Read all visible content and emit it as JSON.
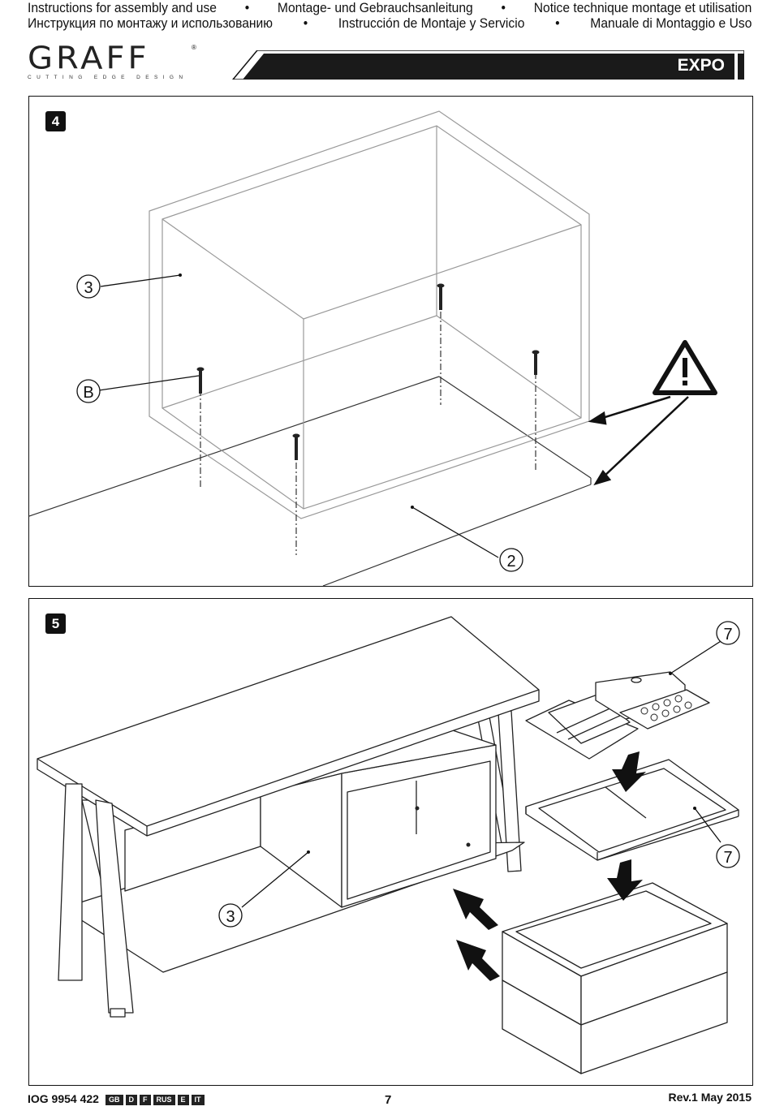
{
  "header": {
    "line1": [
      "Instructions for assembly and use",
      "Montage- und Gebrauchsanleitung",
      "Notice technique montage et utilisation"
    ],
    "line2": [
      "Инструкция по монтажу и использованию",
      "Instrucción de Montaje y Servicio",
      "Manuale di Montaggio e Uso"
    ],
    "separator": "•"
  },
  "brand": {
    "name": "GRAFF",
    "registered": "®",
    "tagline": "CUTTING EDGE DESIGN"
  },
  "product_title": "EXPO",
  "steps": [
    {
      "number": "4",
      "callouts": [
        "3",
        "B",
        "2"
      ]
    },
    {
      "number": "5",
      "callouts": [
        "7",
        "7",
        "3"
      ]
    }
  ],
  "footer": {
    "document_code": "IOG 9954 422",
    "languages": [
      "GB",
      "D",
      "F",
      "RUS",
      "E",
      "IT"
    ],
    "page_number": "7",
    "revision": "Rev.1 May 2015"
  },
  "icons": {
    "warning": "warning-triangle-icon"
  }
}
